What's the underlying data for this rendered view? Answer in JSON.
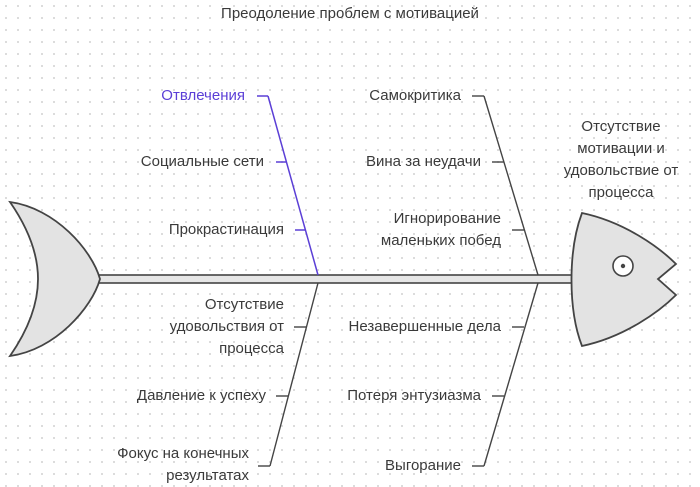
{
  "title": "Преодоление проблем с мотивацией",
  "effect": "Отсутствие\nмотивации и\nудовольствие от\nпроцесса",
  "highlight_color": "#5b3fd6",
  "causes": {
    "top_left": [
      "Отвлечения",
      "Социальные сети",
      "Прокрастинация"
    ],
    "top_right": [
      "Самокритика",
      "Вина за неудачи",
      "Игнорирование\nмаленьких побед"
    ],
    "bottom_left": [
      "Отсутствие\nудовольствия от\nпроцесса",
      "Давление к успеху",
      "Фокус на конечных\nрезультатах"
    ],
    "bottom_right": [
      "Незавершенные дела",
      "Потеря энтузиазма",
      "Выгорание"
    ]
  }
}
